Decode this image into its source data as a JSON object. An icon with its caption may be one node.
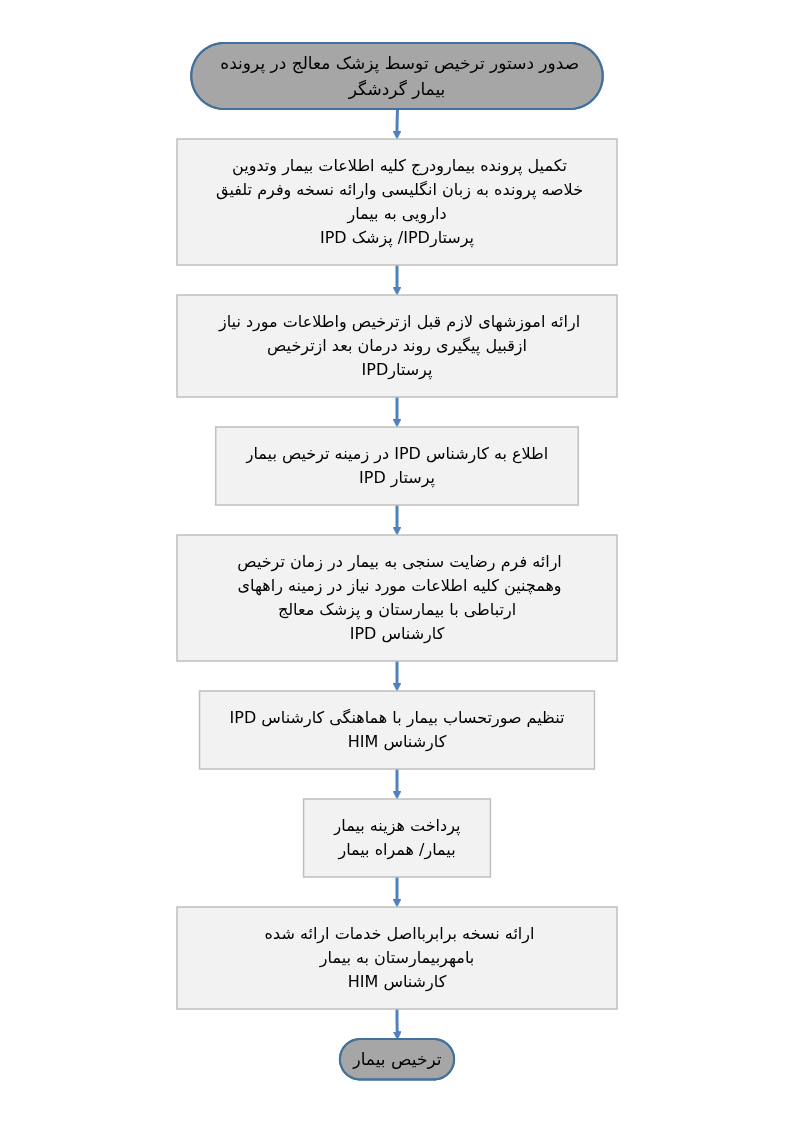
{
  "diagram": {
    "nodes": [
      {
        "text": [
          "صدور دستور ترخیص توسط پزشک معالج در پرونده بیمار گردشگر"
        ]
      },
      {
        "text": [
          "تکمیل پرونده بیمارودرج کلیه اطلاعات بیمار وتدوین خلاصه پرونده به زبان انگلیسی وارائه نسخه وفرم تلفیق دارویی به بیمار",
          "پرستارIPD/ پزشک IPD"
        ]
      },
      {
        "text": [
          "ارائه اموزشهای لازم قبل ازترخیص واطلاعات مورد نیاز ازقبیل پیگیری روند درمان بعد ازترخیص",
          "پرستارIPD"
        ]
      },
      {
        "text": [
          "اطلاع به کارشناس IPD در زمینه ترخیص بیمار",
          "پرستار IPD"
        ]
      },
      {
        "text": [
          "ارائه فرم رضایت سنجی به بیمار در زمان ترخیص وهمچنین کلیه اطلاعات مورد نیاز در زمینه راههای ارتباطی با بیمارستان و پزشک معالج",
          "کارشناس IPD"
        ]
      },
      {
        "text": [
          "تنظیم صورتحساب بیمار با هماهنگی کارشناس IPD",
          "کارشناس HIM"
        ]
      },
      {
        "text": [
          "پرداخت هزینه بیمار",
          "بیمار/ همراه بیمار"
        ]
      },
      {
        "text": [
          "ارائه نسخه برابربااصل خدمات ارائه شده بامهربیمارستان به بیمار",
          "کارشناس HIM"
        ]
      },
      {
        "text": [
          "ترخیص بیمار"
        ]
      }
    ],
    "edges": [
      {
        "from": 0,
        "to": 1,
        "arrow": "to"
      },
      {
        "from": 1,
        "to": 2,
        "arrow": "to"
      },
      {
        "from": 2,
        "to": 3,
        "arrow": "to"
      },
      {
        "from": 3,
        "to": 4,
        "arrow": "to"
      },
      {
        "from": 4,
        "to": 5,
        "arrow": "to"
      },
      {
        "from": 5,
        "to": 6,
        "arrow": "to"
      },
      {
        "from": 6,
        "to": 7,
        "arrow": "to"
      },
      {
        "from": 7,
        "to": 8,
        "arrow": "to"
      }
    ]
  }
}
